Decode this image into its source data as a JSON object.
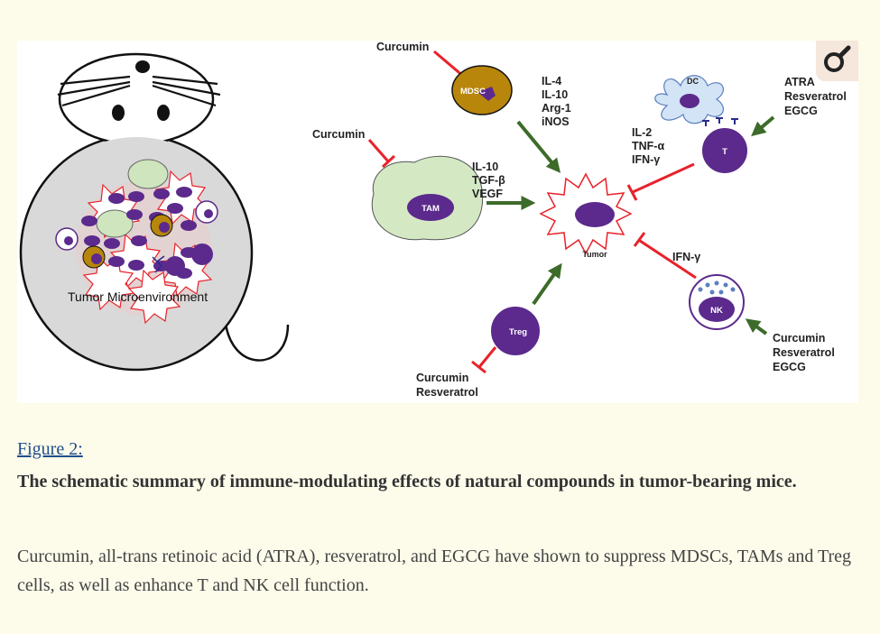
{
  "figure": {
    "labels": {
      "curcumin_mdsc": "Curcumin",
      "mdsc": "MDSC",
      "mdsc_factors": [
        "IL-4",
        "IL-10",
        "Arg-1",
        "iNOS"
      ],
      "curcumin_tam": "Curcumin",
      "tam": "TAM",
      "tam_factors": [
        "IL-10",
        "TGF-β",
        "VEGF"
      ],
      "tumor": "Tumor",
      "dc": "DC",
      "t_factors": [
        "IL-2",
        "TNF-α",
        "IFN-γ"
      ],
      "t_cell": "T",
      "t_compounds": [
        "ATRA",
        "Resveratrol",
        "EGCG"
      ],
      "nk_factor": "IFN-γ",
      "nk": "NK",
      "nk_compounds": [
        "Curcumin",
        "Resveratrol",
        "EGCG"
      ],
      "treg": "Treg",
      "treg_compounds": [
        "Curcumin",
        "Resveratrol"
      ],
      "microenvironment": "Tumor Microenvironment"
    },
    "colors": {
      "inhibit": "#e8222b",
      "promote": "#3d6b2a",
      "cell_purple": "#5b2a8c",
      "mdsc_gold": "#b8860b",
      "tam_green": "#d4e8c4"
    }
  },
  "caption": {
    "link_text": "Figure 2:",
    "title": "The schematic summary of immune-modulating effects of natural compounds in tumor-bearing mice.",
    "body": "Curcumin, all-trans retinoic acid (ATRA), resveratrol, and EGCG have shown to suppress MDSCs, TAMs and Treg cells, as well as enhance T and NK cell function."
  },
  "badge_icon": "magnifier-icon"
}
